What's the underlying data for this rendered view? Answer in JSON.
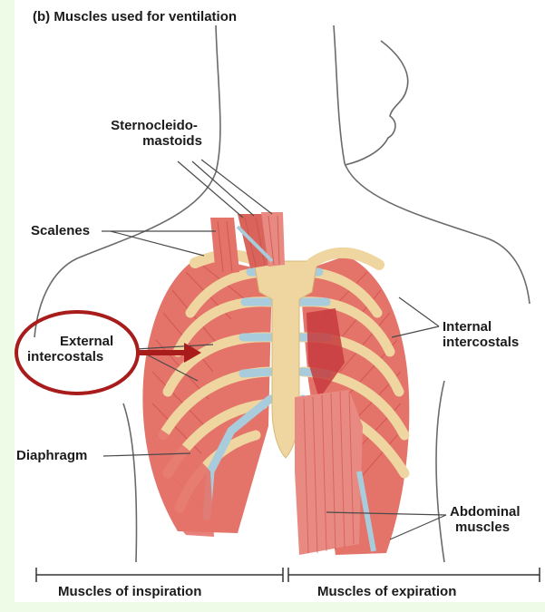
{
  "title": "(b)  Muscles used for ventilation",
  "labels": {
    "sternocleidomastoids_line1": "Sternocleido-",
    "sternocleidomastoids_line2": "mastoids",
    "scalenes": "Scalenes",
    "external_line1": "External",
    "external_line2": "intercostals",
    "internal_line1": "Internal",
    "internal_line2": "intercostals",
    "diaphragm": "Diaphragm",
    "abdominal_line1": "Abdominal",
    "abdominal_line2": "muscles"
  },
  "groups": {
    "inspiration": "Muscles of inspiration",
    "expiration": "Muscles of expiration"
  },
  "colors": {
    "background": "#eefbe6",
    "panel": "#ffffff",
    "muscle": "#e4736a",
    "muscle_dark": "#c94e48",
    "bone": "#efd59f",
    "cartilage": "#a9ccdc",
    "highlight": "#a81c1c"
  }
}
